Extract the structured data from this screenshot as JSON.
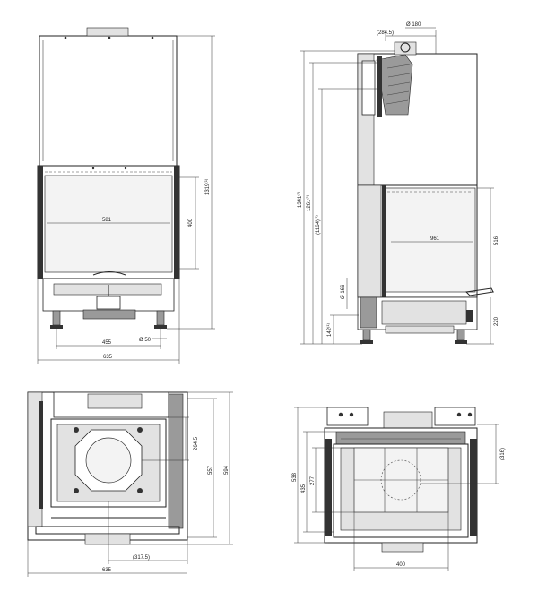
{
  "front_view": {
    "dim_width_inner": "581",
    "dim_height_window": "400",
    "dim_total_height": "1319",
    "dim_total_height_sup": "(1)",
    "dim_leg_offset": "455",
    "dim_total_width": "635",
    "dim_leg_diameter": "Ø 50"
  },
  "side_view": {
    "dim_flue_diameter": "Ø 180",
    "dim_flue_offset": "(284.5)",
    "dim_total_height": "1341",
    "dim_total_height_sup": "(1)",
    "dim_flue_axis_height": "1261",
    "dim_flue_axis_sup": "(1)",
    "dim_flue_axis_alt": "(1164)",
    "dim_flue_axis_alt_sup": "(1)",
    "dim_glass_width": "961",
    "dim_glass_height": "516",
    "dim_air_diameter": "Ø 166",
    "dim_air_height": "142",
    "dim_air_height_sup": "(1)",
    "dim_base_height": "220"
  },
  "top_view": {
    "dim_flue_offset": "264.5",
    "dim_depth_inner": "557",
    "dim_depth_total": "594",
    "dim_flue_lateral": "(317.5)",
    "dim_total_width": "635"
  },
  "plan_view": {
    "dim_depth_total": "538",
    "dim_depth_mid": "435",
    "dim_depth_inner": "277",
    "dim_right_offset": "(316)",
    "dim_glass_width": "400"
  }
}
